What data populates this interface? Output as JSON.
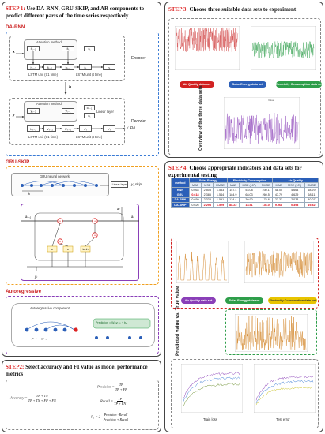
{
  "step1": {
    "title_step": "STEP 1:",
    "title_text": " Use DA-RNN, GRU-SKIP, and AR components to predict different parts of the time series respectively",
    "da_rnn": {
      "label": "DA-RNN",
      "encoder": "Encoder",
      "decoder": "Decoder",
      "attention": "Attention method",
      "lstm_t1": "LSTM unit  (t-1 time)",
      "lstm_t": "LSTM unit  (t time)",
      "linear": "Linear layer",
      "x_in": "x",
      "h_mid": "h",
      "y_in": "y",
      "y_out": "y_DA"
    },
    "gru_skip": {
      "label": "GRU-SKIP",
      "network": "GRU neural network",
      "linear": "Linear layer",
      "out": "y_skip",
      "k": "k"
    },
    "ar": {
      "label": "Autoregressive",
      "component": "Autoregressive component",
      "predict": "Prediction = Wₐᵣyₜ₋ₖ + bₐᵣ"
    }
  },
  "step2": {
    "title_step": "STEP2:",
    "title_text": " Select accuracy and F1 value as model performance metrics",
    "accuracy_lhs": "Accuracy =",
    "accuracy_num": "TP + TN",
    "accuracy_den": "TP + TN + FP + FN",
    "precision_lhs": "Precision =",
    "precision_num": "TP",
    "precision_den": "TP + FP",
    "recall_lhs": "Recall =",
    "recall_num": "TP",
    "recall_den": "TP + FN",
    "f1_lhs": "F₁ = 2 ·",
    "f1_num": "Precision · Recall",
    "f1_den": "Precision + Recall"
  },
  "step3": {
    "title_step": "STEP 3:",
    "title_text": " Choose three suitable data sets to experiment",
    "air": "Air Quality data set",
    "solar": "Solar Energy data set",
    "elec": "Electricity Consumption data set",
    "overview": "Overview of the three data sets",
    "chart_value_label": "Value"
  },
  "step4": {
    "title_step": "STEP 4:",
    "title_text": " Choose appropriate indicators and data sets for experimental testing",
    "table": {
      "corner": "method",
      "groups": [
        "Solar Energy",
        "Electricity Consumption",
        "Air Quality"
      ],
      "sub": [
        "MAE",
        "MSE",
        "RMSE",
        "MAE",
        "MSE (10⁶)",
        "RMSE",
        "MAE",
        "MSE (10⁶)",
        "RMSE"
      ],
      "rows": [
        {
          "name": "RNN",
          "cells": [
            "0.663",
            "2.508",
            "1.583",
            "157.4",
            "53.08",
            "230.1",
            "48.00",
            "4.664",
            "68.29"
          ],
          "best": []
        },
        {
          "name": "GRU",
          "cells": [
            "0.618",
            "2.385",
            "1.544",
            "184.9",
            "68.03",
            "260.5",
            "47.79",
            "4.629",
            "68.11"
          ],
          "best": [
            0
          ]
        },
        {
          "name": "DA-RNN",
          "cells": [
            "0.659",
            "2.338",
            "1.591",
            "124.4",
            "30.90",
            "175.6",
            "23.33",
            "2.033",
            "40.07"
          ],
          "best": []
        },
        {
          "name": "DA-SKIP",
          "cells": [
            "0.626",
            "2.298",
            "1.529",
            "88.22",
            "18.51",
            "136.0",
            "9.968",
            "0.393",
            "19.82"
          ],
          "best": [
            1,
            2,
            3,
            4,
            5,
            6,
            7,
            8
          ]
        }
      ]
    },
    "air": "Air Quality data set",
    "solar": "Solar Energy data set",
    "elec": "Electricity Consumption data set",
    "predicted_label": "Predicted value vs. True value",
    "train_loss": "Train loss",
    "test_error": "Test error"
  },
  "colors": {
    "red": "#d22222",
    "blue": "#2b5fb8",
    "green": "#2e9e4a",
    "purple": "#8a3fb8",
    "orange": "#f0a020",
    "yellow": "#e8c400"
  }
}
